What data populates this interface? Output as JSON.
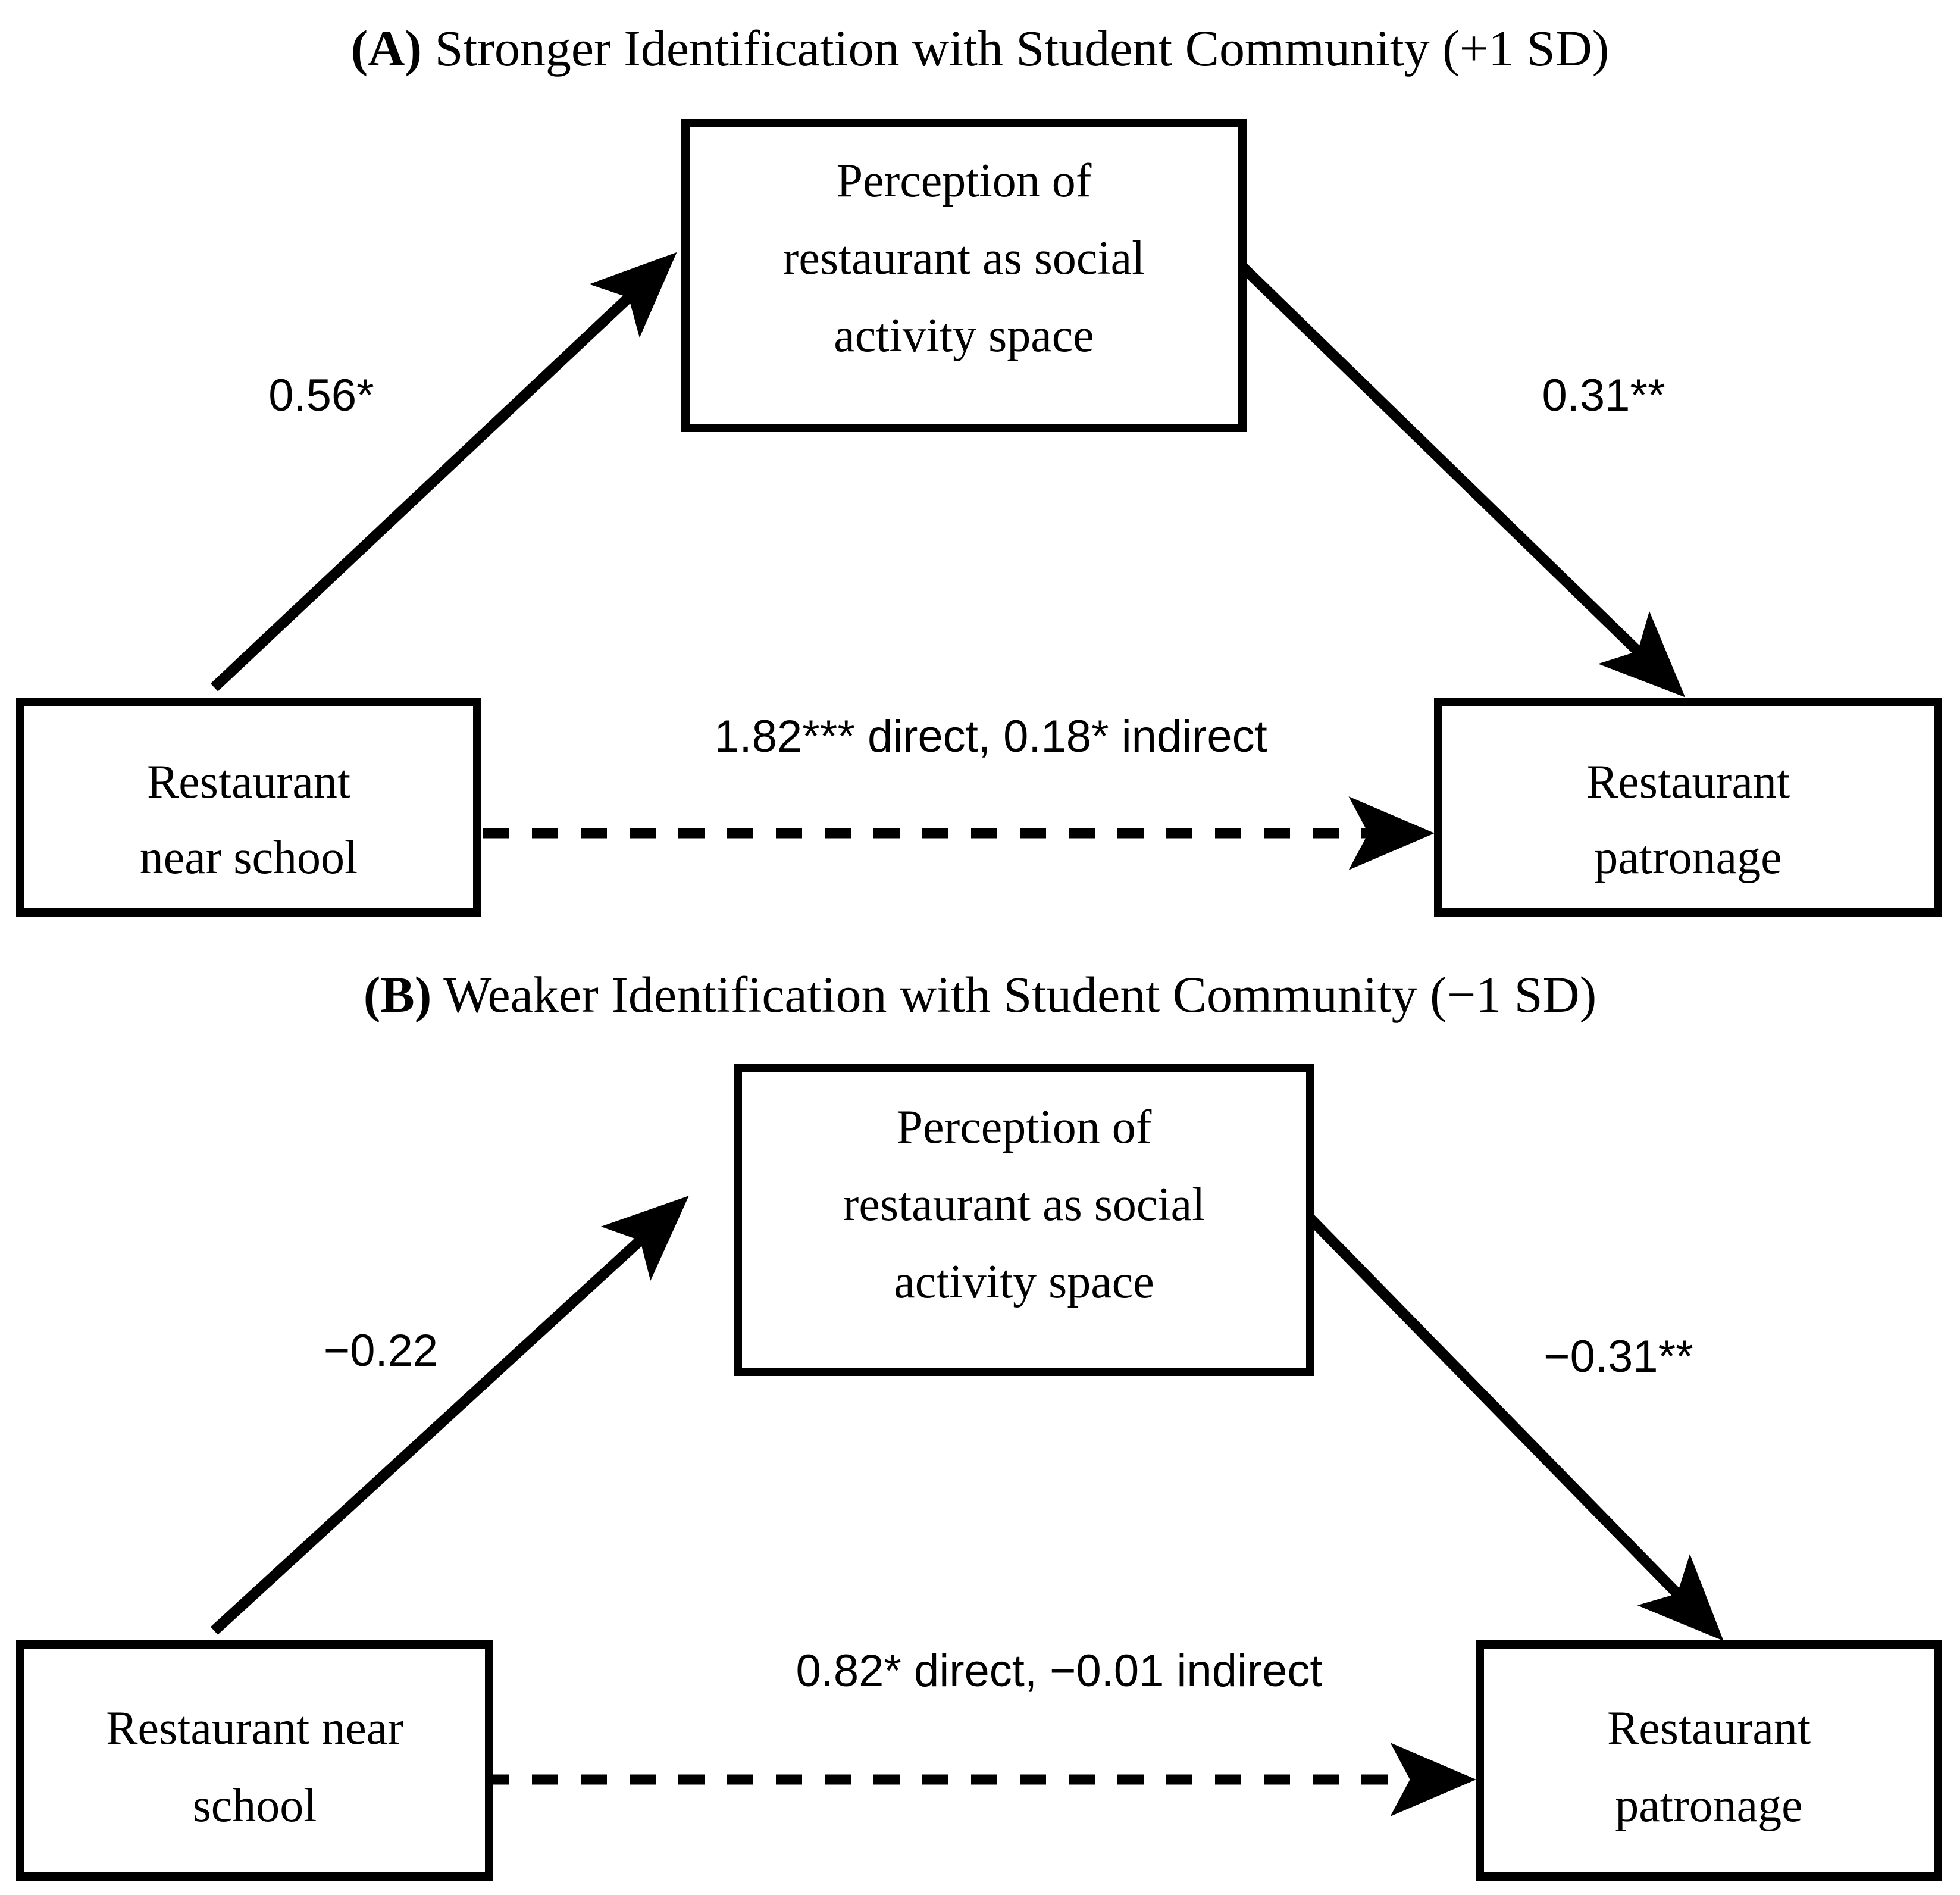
{
  "figure": {
    "type": "mediation-path-diagram",
    "background_color": "#ffffff",
    "stroke_color": "#000000"
  },
  "panels": [
    {
      "id": "A",
      "title_prefix": "(A)",
      "title_text": " Stronger Identification with Student Community (+1 SD)",
      "title_full": "(A) Stronger Identification with Student Community (+1 SD)",
      "nodes": {
        "mediator": {
          "lines": [
            "Perception of",
            "restaurant as social",
            "activity space"
          ]
        },
        "predictor": {
          "lines": [
            "Restaurant",
            "near school"
          ]
        },
        "outcome": {
          "lines": [
            "Restaurant",
            "patronage"
          ]
        }
      },
      "paths": {
        "a_path": {
          "label": "0.56*",
          "from": "predictor",
          "to": "mediator",
          "style": "solid",
          "coefficient": 0.56,
          "significance": "*"
        },
        "b_path": {
          "label": "0.31**",
          "from": "mediator",
          "to": "outcome",
          "style": "solid",
          "coefficient": 0.31,
          "significance": "**"
        },
        "c_path": {
          "label": "1.82*** direct, 0.18* indirect",
          "from": "predictor",
          "to": "outcome",
          "style": "dashed",
          "direct_coefficient": 1.82,
          "direct_significance": "***",
          "indirect_coefficient": 0.18,
          "indirect_significance": "*"
        }
      }
    },
    {
      "id": "B",
      "title_prefix": "(B)",
      "title_text": " Weaker Identification with Student Community (−1 SD)",
      "title_full": "(B) Weaker Identification with Student Community (−1 SD)",
      "nodes": {
        "mediator": {
          "lines": [
            "Perception of",
            "restaurant as social",
            "activity space"
          ]
        },
        "predictor": {
          "lines": [
            "Restaurant near",
            "school"
          ]
        },
        "outcome": {
          "lines": [
            "Restaurant",
            "patronage"
          ]
        }
      },
      "paths": {
        "a_path": {
          "label": "−0.22",
          "from": "predictor",
          "to": "mediator",
          "style": "solid",
          "coefficient": -0.22,
          "significance": ""
        },
        "b_path": {
          "label": "−0.31**",
          "from": "mediator",
          "to": "outcome",
          "style": "solid",
          "coefficient": -0.31,
          "significance": "**"
        },
        "c_path": {
          "label": "0.82* direct, −0.01 indirect",
          "from": "predictor",
          "to": "outcome",
          "style": "dashed",
          "direct_coefficient": 0.82,
          "direct_significance": "*",
          "indirect_coefficient": -0.01,
          "indirect_significance": ""
        }
      }
    }
  ]
}
